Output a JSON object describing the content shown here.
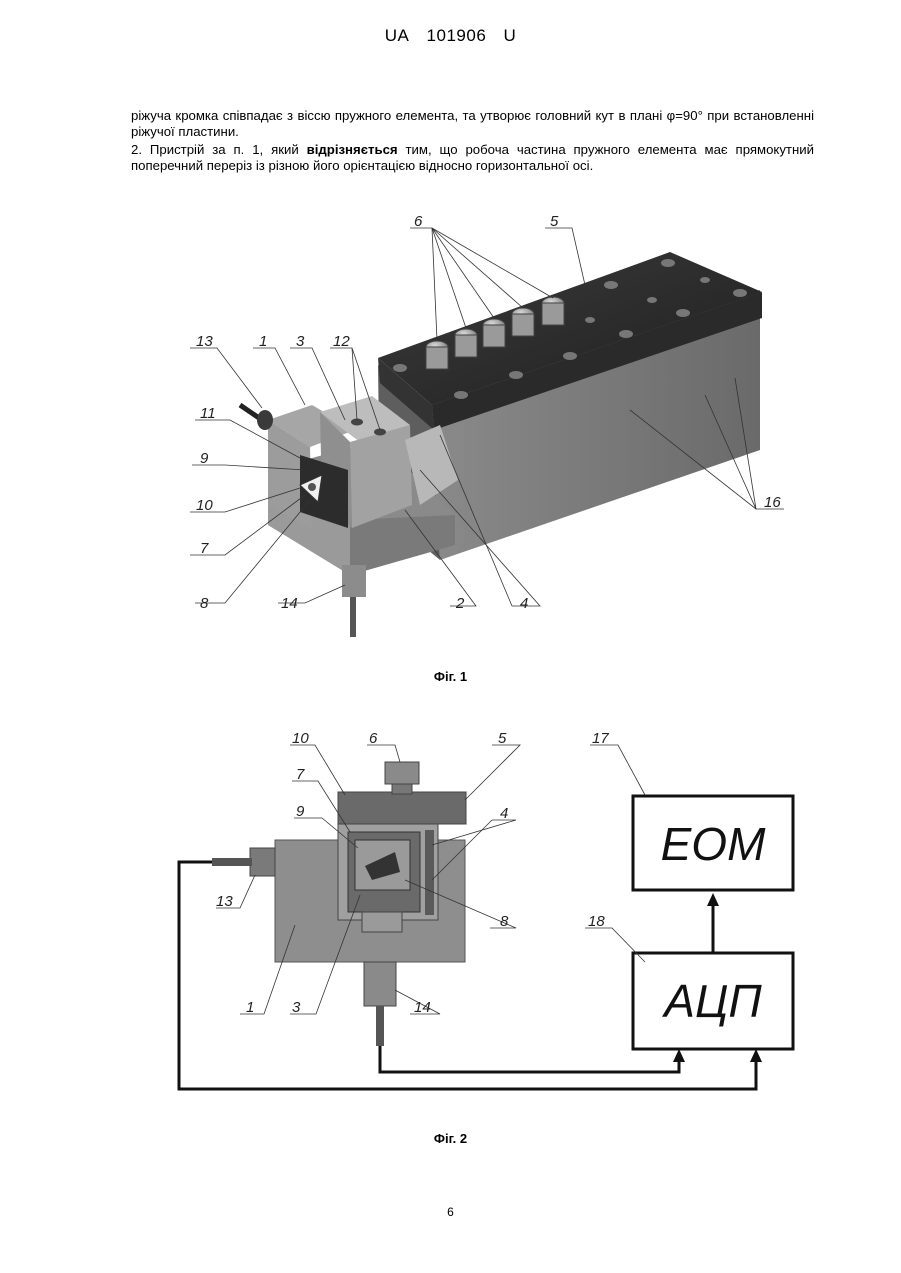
{
  "header": {
    "country": "UA",
    "number": "101906",
    "kind": "U"
  },
  "claims": {
    "p1": "ріжуча кромка співпадає з віссю пружного елемента, та утворює головний кут в плані φ=90° при встановленні ріжучої пластини.",
    "p2_start": "2. Пристрій за п. 1, який ",
    "p2_bold": "відрізняється",
    "p2_end": " тим, що робоча частина пружного елемента має прямокутний поперечний переріз із різною його орієнтацією відносно горизонтальної осі."
  },
  "figure1": {
    "caption": "Фіг. 1",
    "labels": {
      "l1": "1",
      "l2": "2",
      "l3": "3",
      "l4": "4",
      "l5": "5",
      "l6": "6",
      "l7": "7",
      "l8": "8",
      "l9": "9",
      "l10": "10",
      "l11": "11",
      "l12": "12",
      "l13": "13",
      "l14": "14",
      "l16": "16"
    }
  },
  "figure2": {
    "caption": "Фіг. 2",
    "box_top": "ЕОМ",
    "box_bottom": "АЦП",
    "labels": {
      "l1": "1",
      "l3": "3",
      "l4": "4",
      "l5": "5",
      "l6": "6",
      "l7": "7",
      "l8": "8",
      "l9": "9",
      "l10": "10",
      "l13": "13",
      "l14": "14",
      "l17": "17",
      "l18": "18"
    }
  },
  "page_number": "6"
}
